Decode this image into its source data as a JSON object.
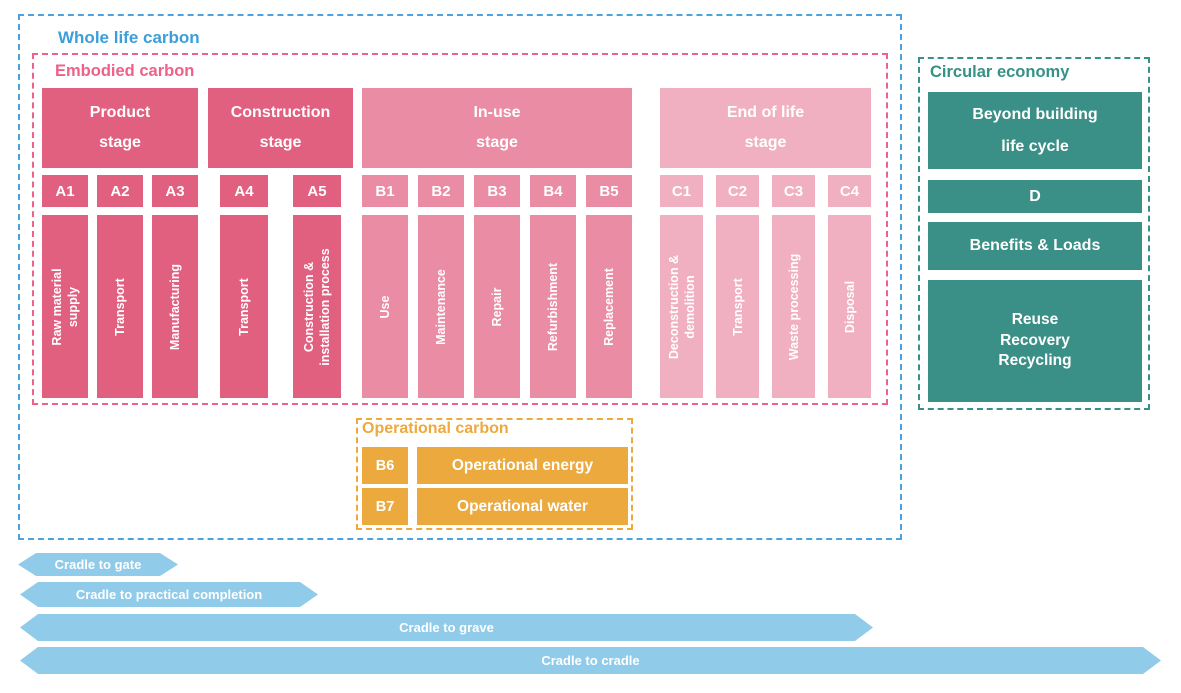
{
  "header": {
    "whole_life_label": "Whole life carbon",
    "embodied_label": "Embodied carbon"
  },
  "stages": [
    {
      "name": "product",
      "header_line1": "Product",
      "header_line2": "stage",
      "modules": [
        {
          "code": "A1",
          "label": "Raw material\nsupply"
        },
        {
          "code": "A2",
          "label": "Transport"
        },
        {
          "code": "A3",
          "label": "Manufacturing"
        }
      ]
    },
    {
      "name": "construction",
      "header_line1": "Construction",
      "header_line2": "stage",
      "modules": [
        {
          "code": "A4",
          "label": "Transport"
        },
        {
          "code": "A5",
          "label": "Construction &\ninstallation process"
        }
      ]
    },
    {
      "name": "in_use",
      "header_line1": "In-use",
      "header_line2": "stage",
      "modules": [
        {
          "code": "B1",
          "label": "Use"
        },
        {
          "code": "B2",
          "label": "Maintenance"
        },
        {
          "code": "B3",
          "label": "Repair"
        },
        {
          "code": "B4",
          "label": "Refurbishment"
        },
        {
          "code": "B5",
          "label": "Replacement"
        }
      ]
    },
    {
      "name": "end_of_life",
      "header_line1": "End of life",
      "header_line2": "stage",
      "modules": [
        {
          "code": "C1",
          "label": "Deconstruction &\ndemolition"
        },
        {
          "code": "C2",
          "label": "Transport"
        },
        {
          "code": "C3",
          "label": "Waste processing"
        },
        {
          "code": "C4",
          "label": "Disposal"
        }
      ]
    }
  ],
  "operational": {
    "title": "Operational carbon",
    "rows": [
      {
        "code": "B6",
        "label": "Operational energy"
      },
      {
        "code": "B7",
        "label": "Operational water"
      }
    ]
  },
  "circular_economy": {
    "title": "Circular economy",
    "boxes": [
      {
        "label": "Beyond building\nlife cycle"
      },
      {
        "label": "D"
      },
      {
        "label": "Benefits & Loads"
      },
      {
        "label": "Reuse\nRecovery\nRecycling"
      }
    ]
  },
  "scope_arrows": [
    {
      "label": "Cradle to gate"
    },
    {
      "label": "Cradle to practical completion"
    },
    {
      "label": "Cradle to grave"
    },
    {
      "label": "Cradle to cradle"
    }
  ],
  "colors": {
    "whole_life_blue": "#3b9fdb",
    "embodied_pink": "#ee6189",
    "stage_dark_pink": "#e2607f",
    "stage_medium_pink": "#e98ca4",
    "stage_light_pink": "#f0b0c2",
    "operational_orange": "#eca93e",
    "circular_teal": "#3a8f86",
    "arrow_light_blue": "#90cbe9"
  }
}
